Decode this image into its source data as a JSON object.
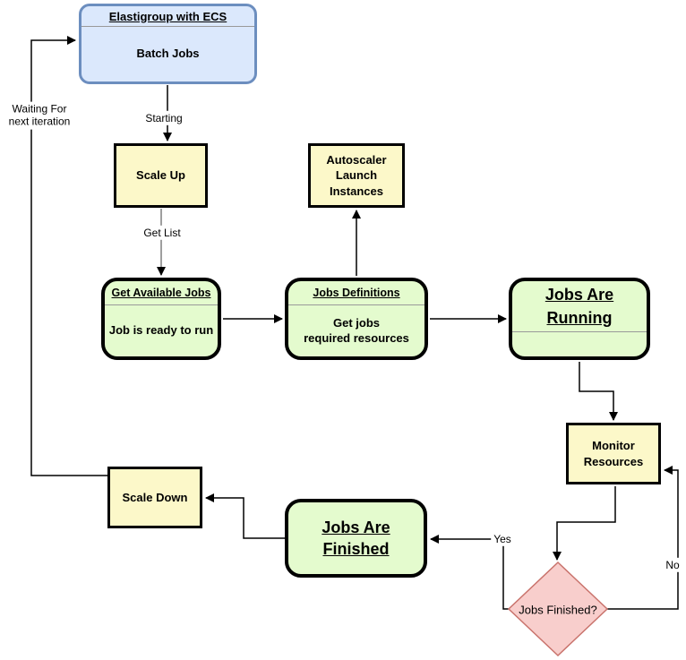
{
  "nodes": {
    "elastigroup": {
      "title": "Elastigroup with ECS",
      "body": "Batch Jobs"
    },
    "scale_up": {
      "label": "Scale Up"
    },
    "autoscaler": {
      "label": "Autoscaler\nLaunch\nInstances"
    },
    "get_available_jobs": {
      "title": "Get Available Jobs",
      "body": "Job is ready to run"
    },
    "jobs_definitions": {
      "title": "Jobs Definitions",
      "body": "Get jobs\nrequired resources"
    },
    "jobs_are_running": {
      "title": "Jobs Are\nRunning"
    },
    "monitor_resources": {
      "label": "Monitor\nResources"
    },
    "jobs_finished_decision": {
      "label": "Jobs Finished?"
    },
    "jobs_are_finished": {
      "title": "Jobs Are\nFinished"
    },
    "scale_down": {
      "label": "Scale Down"
    }
  },
  "edge_labels": {
    "starting": "Starting",
    "get_list": "Get List",
    "yes": "Yes",
    "no": "No",
    "waiting": "Waiting For\nnext iteration"
  },
  "colors": {
    "blue_fill": "#dbe8fc",
    "blue_border": "#6c8ebf",
    "yellow_fill": "#fcf8c9",
    "green_fill": "#e4fbce",
    "decision_fill": "#f8cecc",
    "decision_border": "#c9736c",
    "node_border": "#000000",
    "connector": "#000000",
    "connector_gray": "#9e9e9e"
  }
}
